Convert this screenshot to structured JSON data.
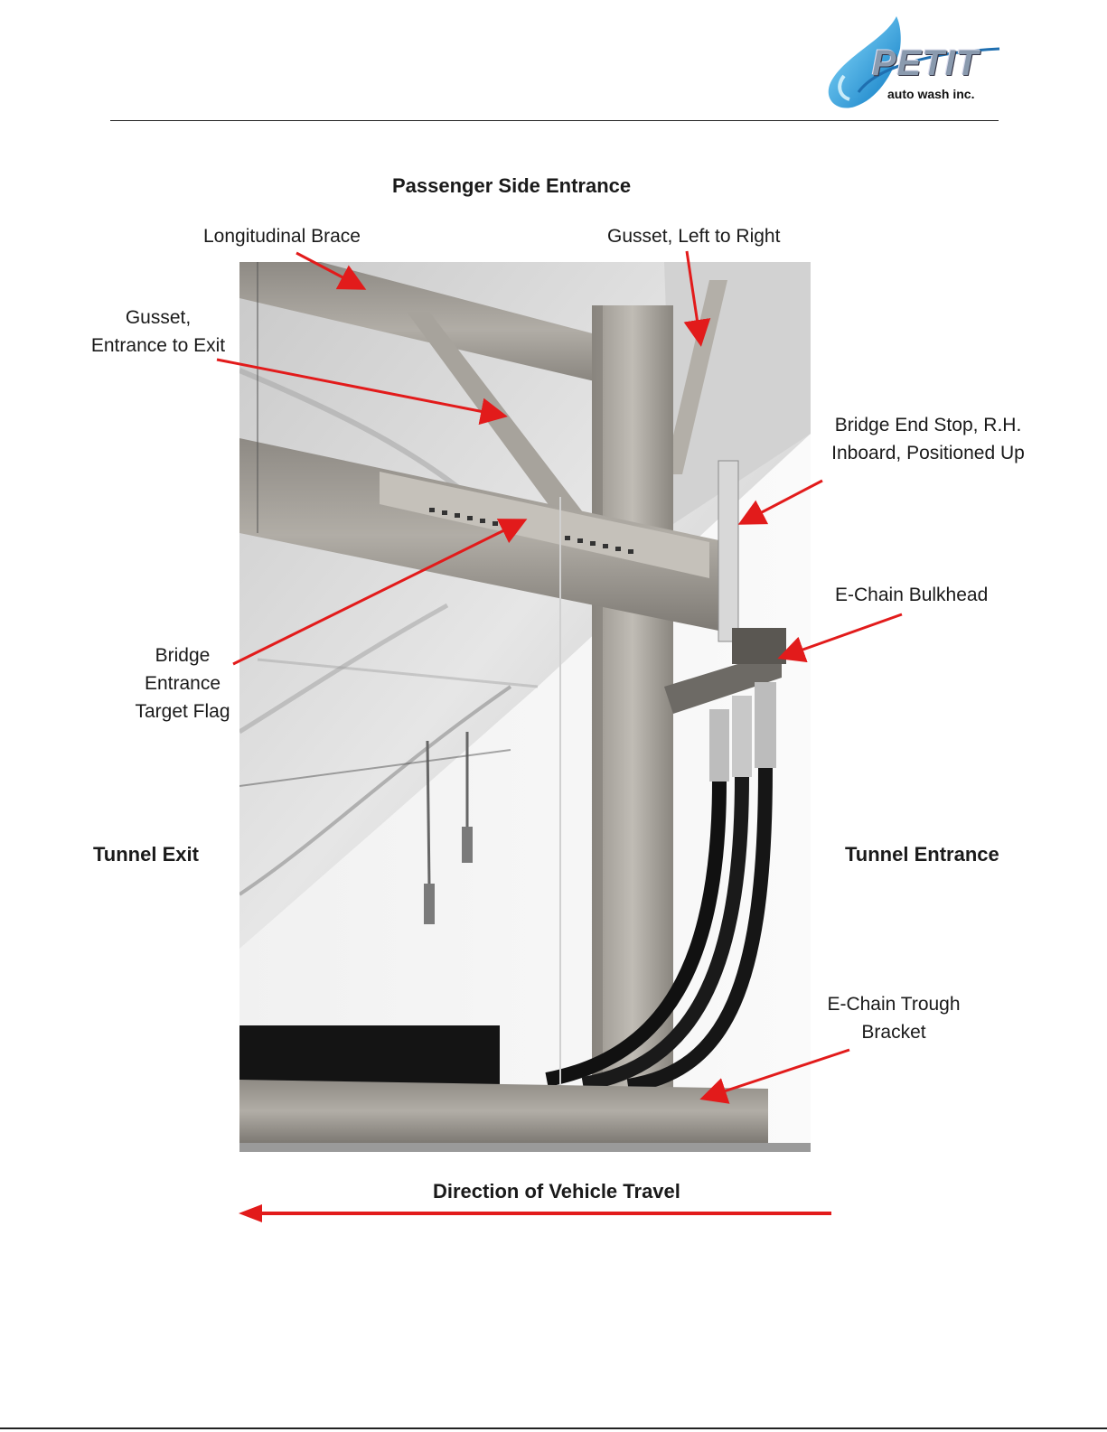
{
  "logo": {
    "word": "PETIT",
    "tagline": "auto wash inc."
  },
  "page": {
    "title": "Passenger Side Entrance",
    "direction_label": "Direction of Vehicle Travel",
    "tunnel_exit": "Tunnel Exit",
    "tunnel_entrance": "Tunnel Entrance"
  },
  "callouts": {
    "longitudinal_brace": "Longitudinal Brace",
    "gusset_left_right": "Gusset, Left to Right",
    "gusset_entrance_exit": [
      "Gusset,",
      "Entrance to Exit"
    ],
    "bridge_end_stop": [
      "Bridge End Stop, R.H.",
      "Inboard, Positioned Up"
    ],
    "e_chain_bulkhead": "E-Chain Bulkhead",
    "bridge_target_flag": [
      "Bridge",
      "Entrance",
      "Target Flag"
    ],
    "e_chain_trough_bracket": [
      "E-Chain Trough",
      "Bracket"
    ]
  },
  "colors": {
    "arrow": "#e21b1b",
    "logo_drop": "#1aa7e0"
  }
}
